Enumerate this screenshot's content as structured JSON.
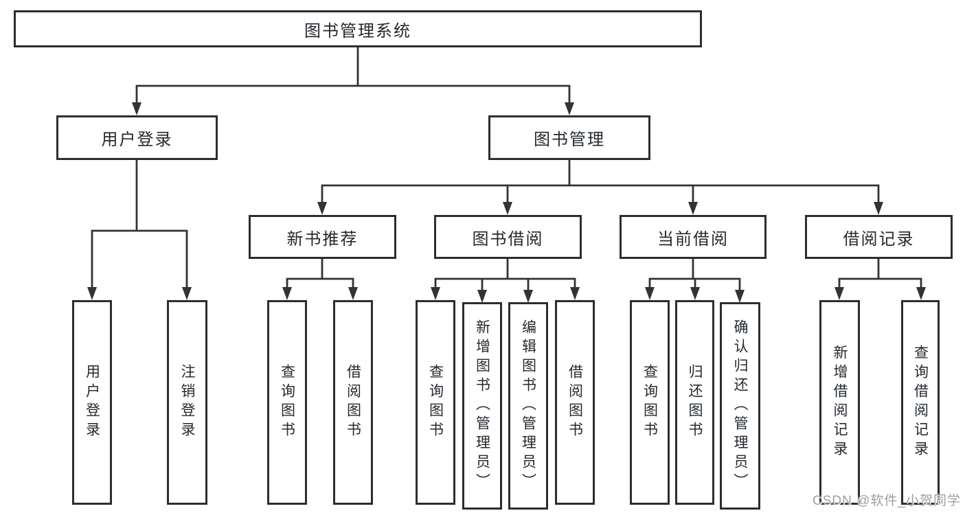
{
  "diagram": {
    "title": "图书管理系统",
    "colors": {
      "line": "#333333",
      "box_border": "#2d2d2d",
      "text": "#24292e",
      "watermark_text": "#9e9e9e",
      "background": "#ffffff"
    },
    "tree": {
      "label": "图书管理系统",
      "children": [
        {
          "label": "用户登录",
          "children": [
            {
              "label": "用户登录"
            },
            {
              "label": "注销登录"
            }
          ]
        },
        {
          "label": "图书管理",
          "children": [
            {
              "label": "新书推荐",
              "children": [
                {
                  "label": "查询图书"
                },
                {
                  "label": "借阅图书"
                }
              ]
            },
            {
              "label": "图书借阅",
              "children": [
                {
                  "label": "查询图书"
                },
                {
                  "label": "新增图书（管理员）"
                },
                {
                  "label": "编辑图书（管理员）"
                },
                {
                  "label": "借阅图书"
                }
              ]
            },
            {
              "label": "当前借阅",
              "children": [
                {
                  "label": "查询图书"
                },
                {
                  "label": "归还图书"
                },
                {
                  "label": "确认归还（管理员）"
                }
              ]
            },
            {
              "label": "借阅记录",
              "children": [
                {
                  "label": "新增借阅记录"
                },
                {
                  "label": "查询借阅记录"
                }
              ]
            }
          ]
        }
      ]
    },
    "watermark": {
      "text": "CSDN @软件_小贺同学"
    }
  }
}
